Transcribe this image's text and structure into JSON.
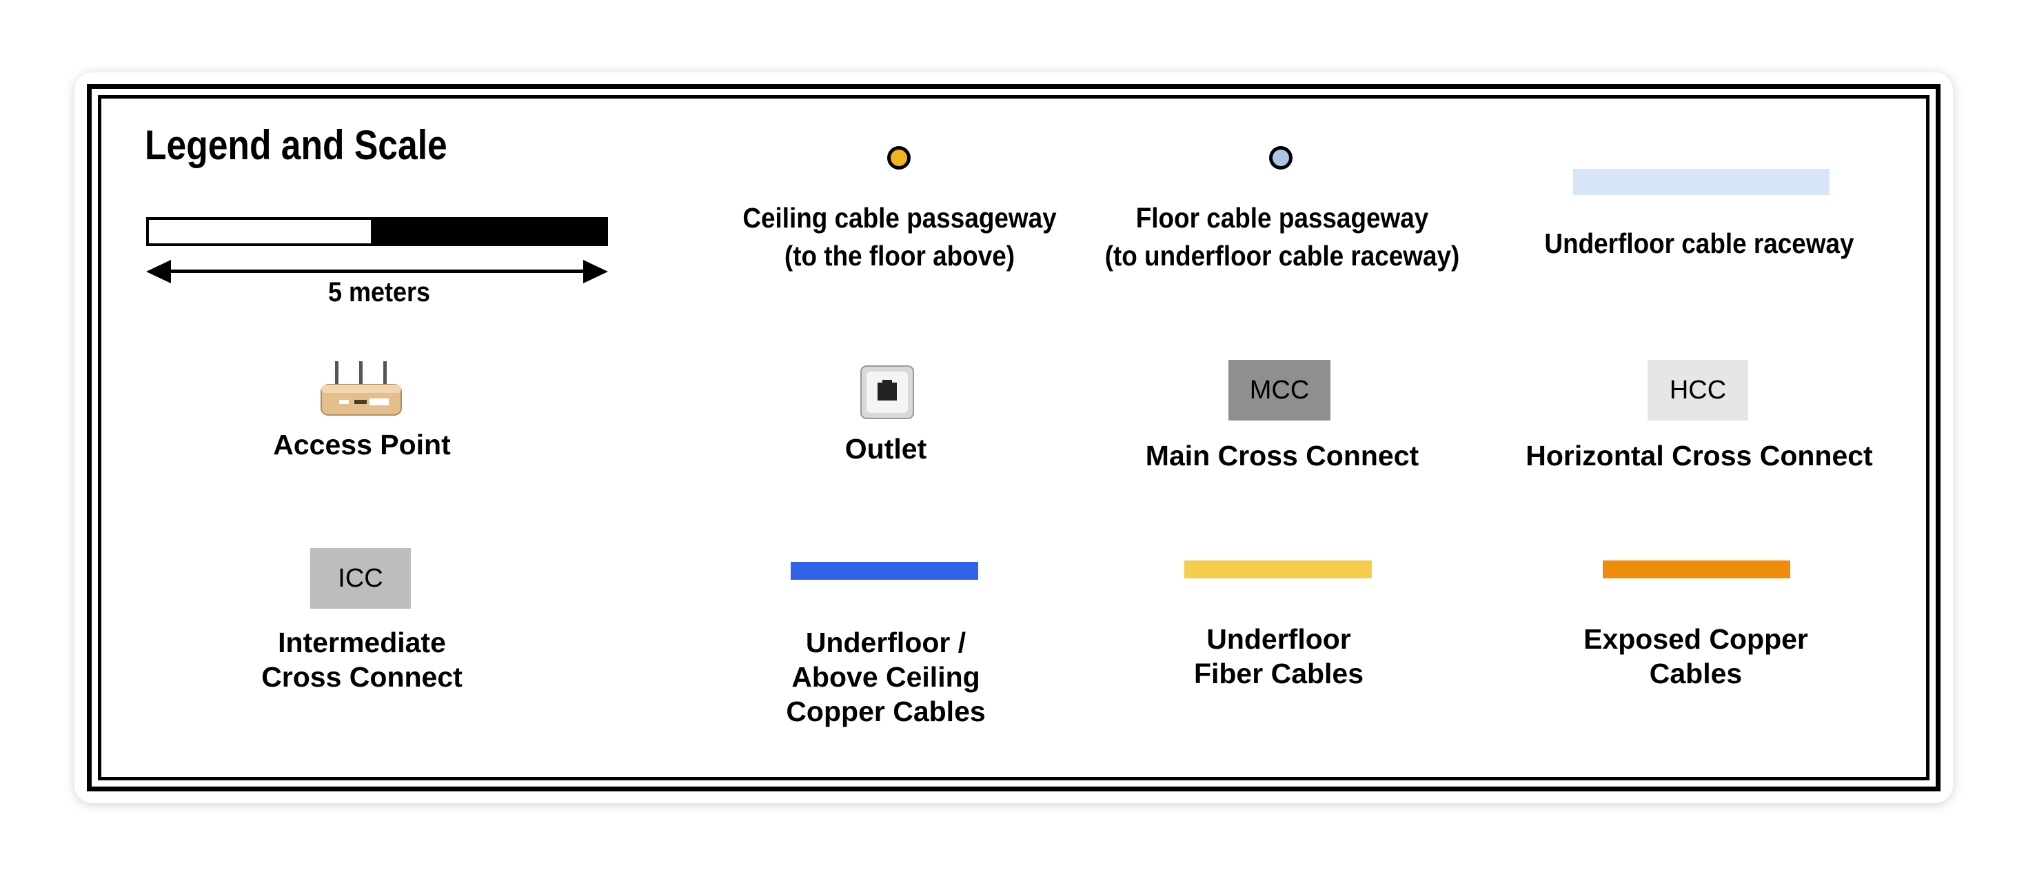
{
  "title": "Legend and Scale",
  "scale": {
    "label": "5 meters"
  },
  "items": {
    "ceiling_passageway": {
      "line1": "Ceiling cable passageway",
      "line2": "(to the floor above)",
      "color": "#f5b21f"
    },
    "floor_passageway": {
      "line1": "Floor cable passageway",
      "line2": "(to underfloor cable raceway)",
      "color": "#a9c4e4"
    },
    "underfloor_raceway": {
      "label": "Underfloor cable raceway",
      "color": "#d6e6f6"
    },
    "access_point": {
      "label": "Access Point",
      "icon": "router-icon"
    },
    "outlet": {
      "label": "Outlet",
      "icon": "wall-outlet-icon"
    },
    "mcc": {
      "box": "MCC",
      "label": "Main Cross Connect",
      "color": "#8f8f8f"
    },
    "hcc": {
      "box": "HCC",
      "label": "Horizontal Cross Connect",
      "color": "#e6e6e6"
    },
    "icc": {
      "box": "ICC",
      "line1": "Intermediate",
      "line2": "Cross Connect",
      "color": "#bdbdbd"
    },
    "underfloor_copper": {
      "line1": "Underfloor /",
      "line2": "Above Ceiling",
      "line3": "Copper Cables",
      "color": "#2f62e8"
    },
    "underfloor_fiber": {
      "line1": "Underfloor",
      "line2": "Fiber Cables",
      "color": "#f5cd4c"
    },
    "exposed_copper": {
      "line1": "Exposed Copper",
      "line2": "Cables",
      "color": "#ef8c0c"
    }
  }
}
